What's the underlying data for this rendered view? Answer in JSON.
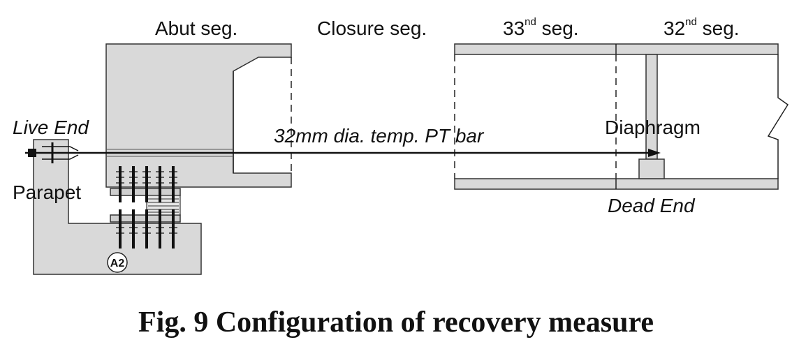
{
  "labels": {
    "abut_seg": "Abut seg.",
    "closure_seg": "Closure seg.",
    "seg33_num": "33",
    "seg33_sup": "nd",
    "seg33_word": " seg.",
    "seg32_num": "32",
    "seg32_sup": "nd",
    "seg32_word": " seg.",
    "live_end": "Live End",
    "pt_bar": "32mm dia. temp. PT bar",
    "diaphragm": "Diaphragm",
    "parapet": "Parapet",
    "dead_end": "Dead End",
    "pier_mark": "A2"
  },
  "caption": "Fig. 9  Configuration of recovery measure",
  "colors": {
    "concrete_fill": "#d9d9d9",
    "line": "#222222",
    "text": "#111111"
  }
}
